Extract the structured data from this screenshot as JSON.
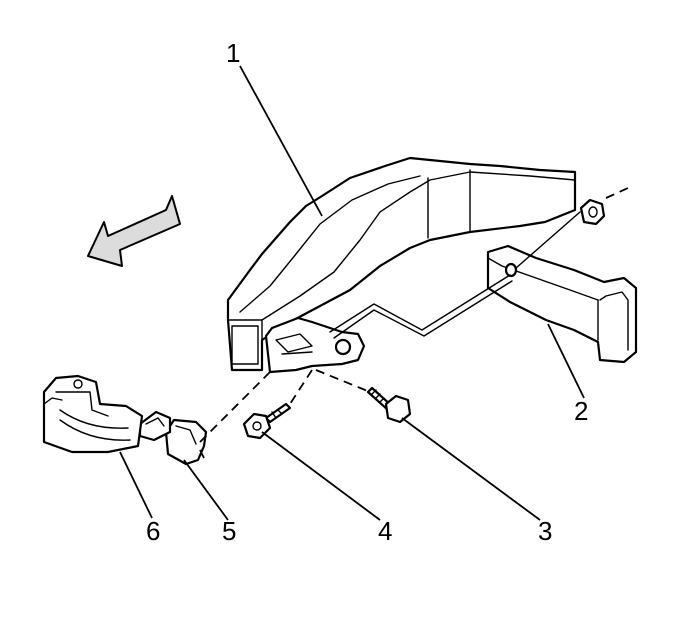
{
  "callouts": {
    "c1": "1",
    "c2": "2",
    "c3": "3",
    "c4": "4",
    "c5": "5",
    "c6": "6"
  },
  "colors": {
    "ink": "#000000",
    "shade": "#dcdcdc",
    "background": "#ffffff"
  },
  "icons": {
    "direction": "front-arrow-icon"
  }
}
